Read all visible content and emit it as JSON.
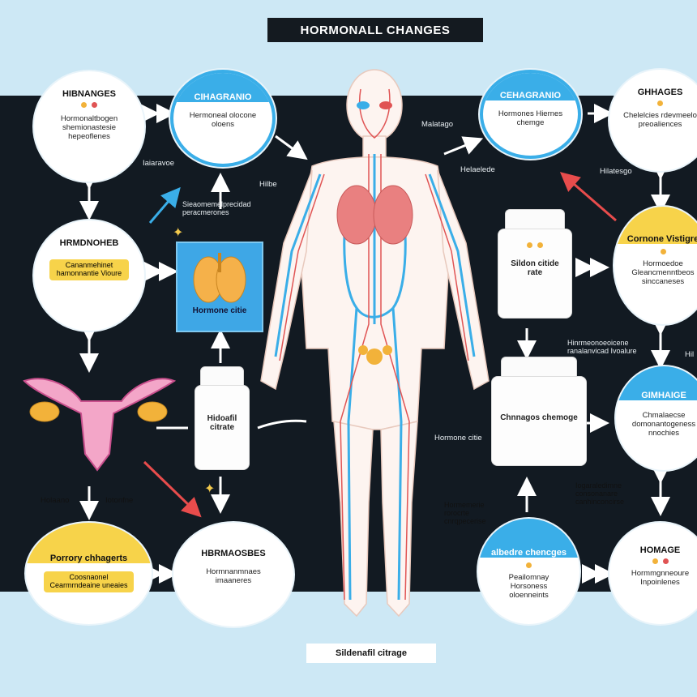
{
  "title": "HORMONALL CHANGES",
  "footer": "Sildenafil citrage",
  "circles": {
    "c1": {
      "head": "HIBNANGES",
      "body": "Hormonaltbogen shemionastesie hepeoflenes"
    },
    "c2": {
      "head": "CIHAGRANIO",
      "body": "Hermoneal olocone oloens"
    },
    "c3": {
      "head": "CEHAGRANIO",
      "body": "Hormones Hiernes chemge"
    },
    "c4": {
      "head": "GHHAGES",
      "body": "Chelelcies rdevmeelo preoaliences"
    },
    "c5": {
      "head": "HRMDNOHEB",
      "body": "Cananmehinet hamonnantie Vioure"
    },
    "c6": {
      "head": "Cornone Vistigre",
      "body": "Hormoedoe Gleancmenntbeos sinccaneses"
    },
    "c7": {
      "head": "GIMHAIGE",
      "body": "Chmalaecse domonantogeness nnochies"
    },
    "c8": {
      "head": "Porrory chhagerts",
      "body": "Coosnaonel Cearmrndeaine uneaies"
    },
    "c9": {
      "head": "HBRMAOSBES",
      "body": "Hormnanmnaes imaaneres"
    },
    "c10": {
      "head": "albedre chencges",
      "body": "Peailomnay Horsoness oloenneints"
    },
    "c11": {
      "head": "HOMAGE",
      "body": "Hormmgnneoure Inpoinlenes"
    }
  },
  "bottles": {
    "b1": "Hidoafil citrate",
    "b2": "Sildon citide rate",
    "b3": "Chnnagos chemoge"
  },
  "lung_label": "Hormone citie",
  "labels": {
    "l1": "Iaiaravoe",
    "l2": "Helaelede",
    "l3": "Sieaomemelprecidad peracmerones",
    "l4": "Hilbe",
    "l5": "Malatago",
    "l6": "Hilatesgo",
    "l7": "Hinrmeonoeoicene ranalanvicad Ivoalure",
    "l8": "Holaano",
    "l9": "Iotonfne",
    "l10": "Hormone citie",
    "l11": "Hormemerie rorocrte cnrqpecerise",
    "l12": "Iogaraledimne consonanare canhinconcirse",
    "l13": "Hil"
  }
}
